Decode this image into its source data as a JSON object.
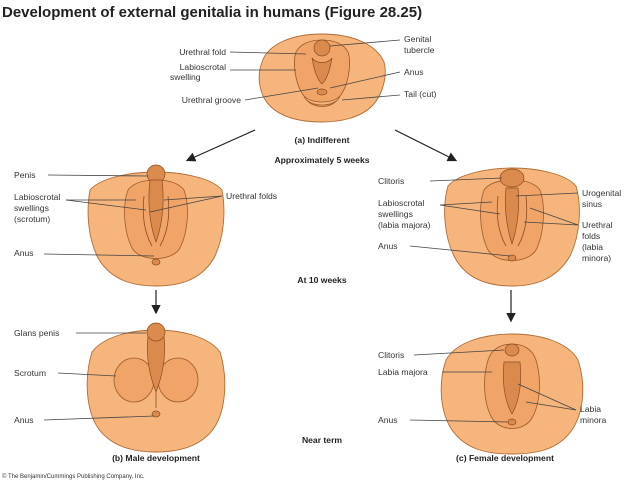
{
  "title": "Development of external genitalia in humans (Figure 28.25)",
  "colors": {
    "skin": "#f5b57c",
    "skin_dark": "#d98a4c",
    "outline": "#8a4d22",
    "text": "#222222"
  },
  "indifferent": {
    "labels": {
      "urethral_fold": "Urethral fold",
      "labioscrotal_1": "Labioscrotal",
      "labioscrotal_2": "swelling",
      "urethral_groove": "Urethral groove",
      "genital_1": "Genital",
      "genital_2": "tubercle",
      "anus": "Anus",
      "tail": "Tail (cut)"
    },
    "caption": "(a) Indifferent",
    "stage": "Approximately 5 weeks"
  },
  "middle_stage": "At 10 weeks",
  "bottom_stage": "Near term",
  "male": {
    "week10": {
      "penis": "Penis",
      "labioscrotal_1": "Labioscrotal",
      "labioscrotal_2": "swellings",
      "labioscrotal_3": "(scrotum)",
      "urethral_folds": "Urethral folds",
      "anus": "Anus"
    },
    "term": {
      "glans": "Glans penis",
      "scrotum": "Scrotum",
      "anus": "Anus"
    },
    "caption": "(b) Male development"
  },
  "female": {
    "week10": {
      "clitoris": "Clitoris",
      "labioscrotal_1": "Labioscrotal",
      "labioscrotal_2": "swellings",
      "labioscrotal_3": "(labia majora)",
      "anus": "Anus",
      "urogenital_1": "Urogenital",
      "urogenital_2": "sinus",
      "urethral_1": "Urethral",
      "urethral_2": "folds",
      "urethral_3": "(labia",
      "urethral_4": "minora)"
    },
    "term": {
      "clitoris": "Clitoris",
      "labia_majora": "Labia majora",
      "anus": "Anus",
      "labia_minora_1": "Labia",
      "labia_minora_2": "minora"
    },
    "caption": "(c) Female development"
  },
  "footer": "© The Benjamin/Cummings Publishing Company, Inc."
}
